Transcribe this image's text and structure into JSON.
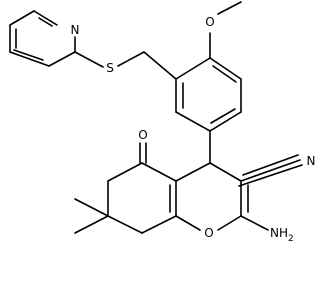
{
  "molecule": {
    "atoms": {
      "n_pyridine": "N",
      "s_thioether": "S",
      "o_methoxy": "O",
      "o_ketone": "O",
      "n_nitrile": "N",
      "o_ring": "O",
      "nh2": {
        "main": "NH",
        "subscript": "2"
      }
    }
  },
  "colors": {
    "ink": "#000000",
    "background": "#ffffff"
  }
}
